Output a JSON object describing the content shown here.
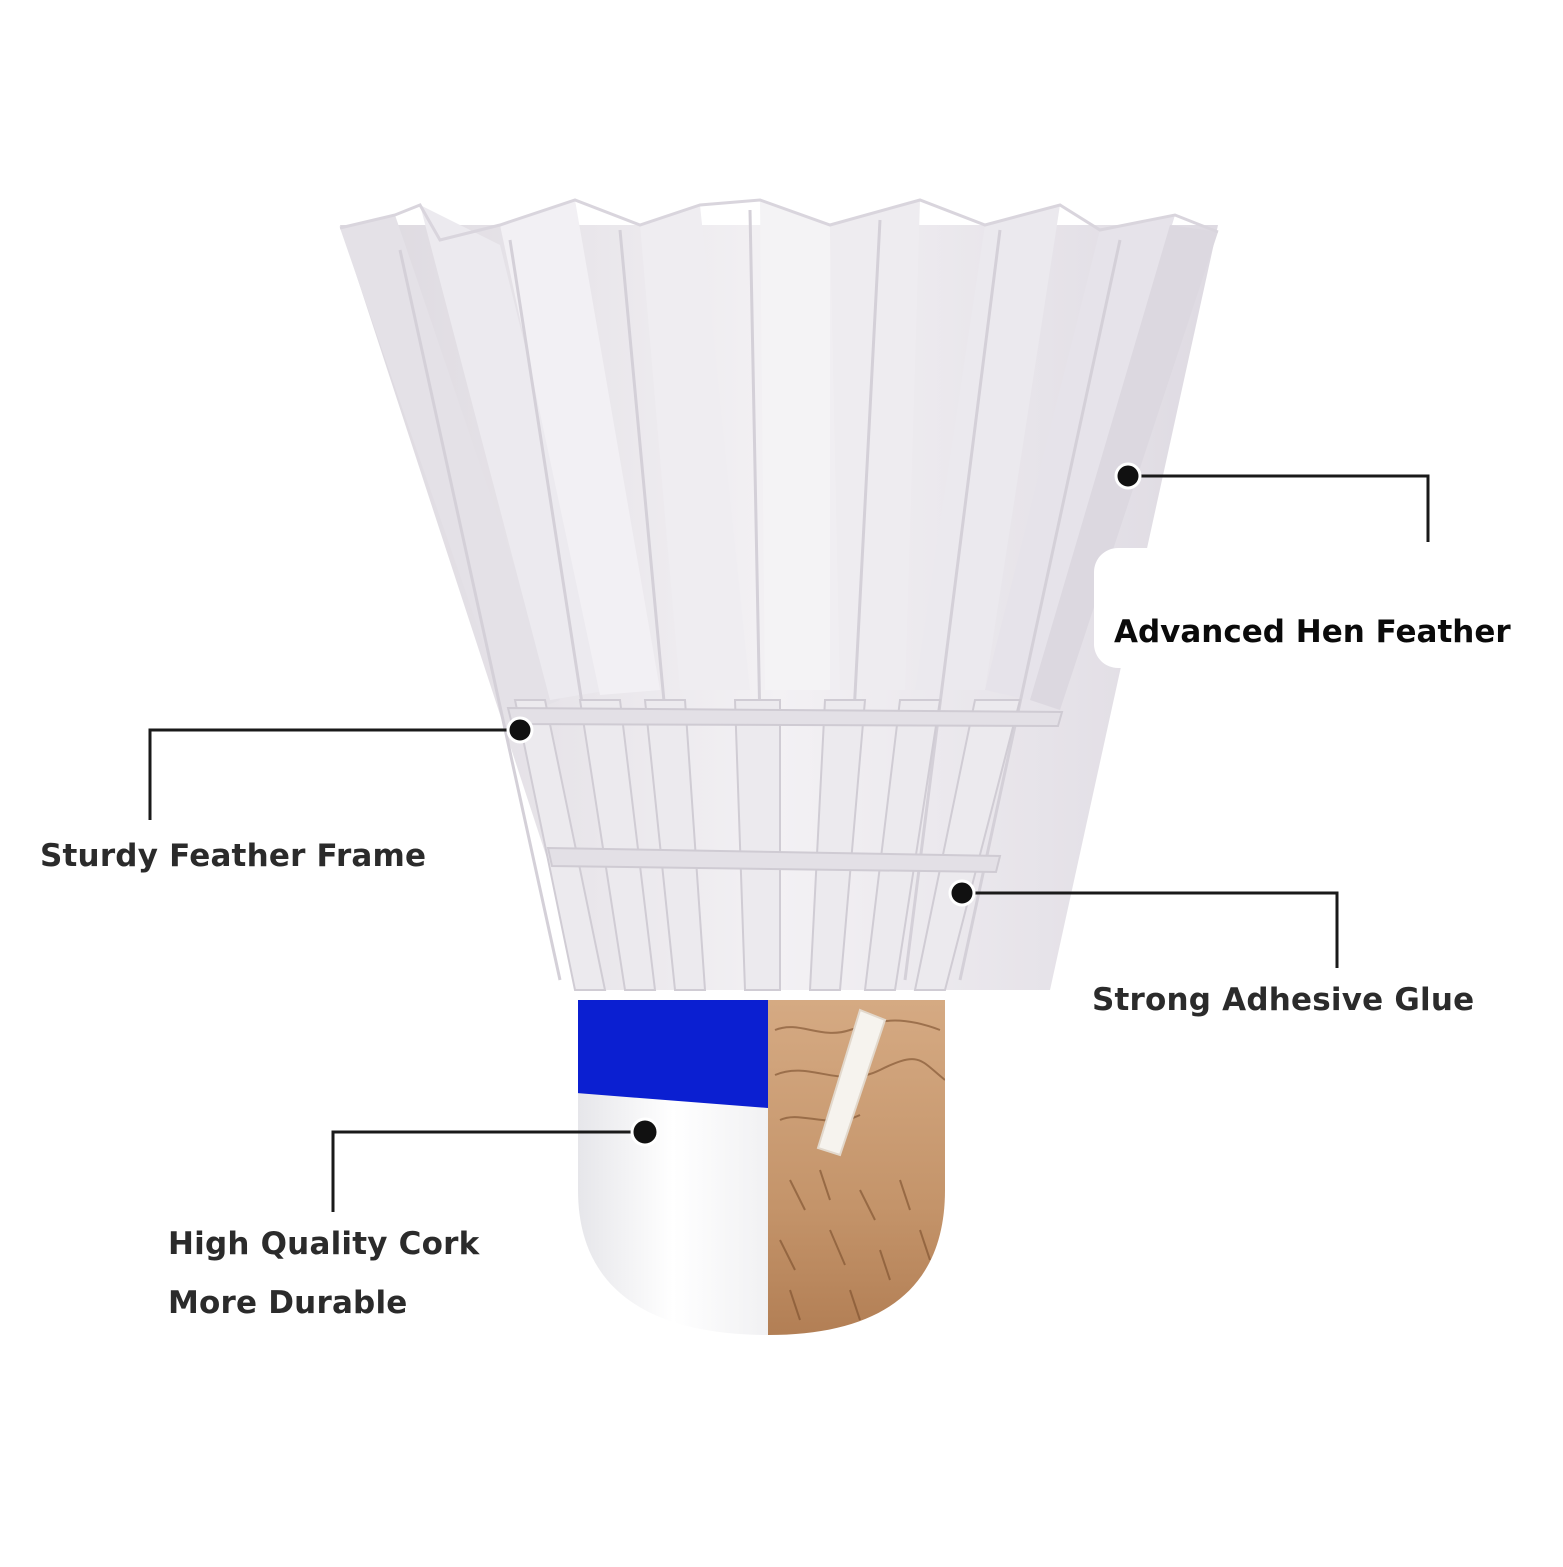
{
  "image": {
    "subject": "badminton shuttlecock feature diagram",
    "background": "#ffffff"
  },
  "callouts": [
    {
      "id": "feather",
      "label": "Advanced Hen Feather",
      "dot": [
        1128,
        476
      ],
      "elbow": [
        1428,
        476
      ],
      "end": [
        1428,
        542
      ]
    },
    {
      "id": "frame",
      "label": "Sturdy Feather Frame",
      "dot": [
        520,
        730
      ],
      "elbow": [
        150,
        730
      ],
      "end": [
        150,
        820
      ]
    },
    {
      "id": "glue",
      "label": "Strong Adhesive Glue",
      "dot": [
        962,
        893
      ],
      "elbow": [
        1337,
        893
      ],
      "end": [
        1337,
        968
      ]
    },
    {
      "id": "cork",
      "label_line1": "High Quality Cork",
      "label_line2": "More Durable",
      "dot": [
        645,
        1132
      ],
      "elbow": [
        333,
        1132
      ],
      "end": [
        333,
        1212
      ]
    }
  ],
  "colors": {
    "feather": "#ebe8ee",
    "feather_shadow": "#d6d2da",
    "band": "#0b1fd1",
    "cork": "#c99a70",
    "cork_dark": "#7a4e2c",
    "leader_line": "#1a1a1a",
    "text": "#2b2b2b"
  }
}
